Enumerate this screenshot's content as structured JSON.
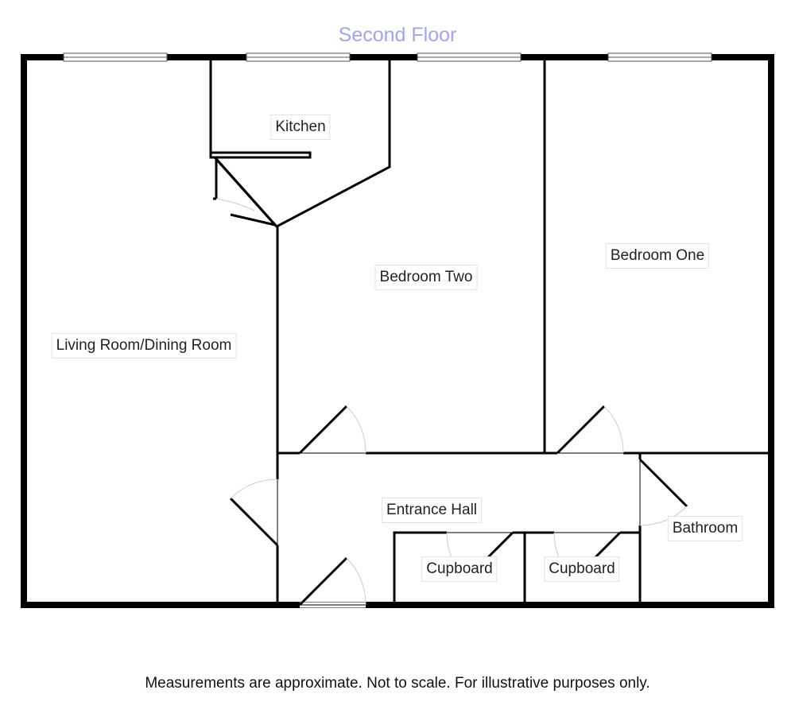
{
  "floor": {
    "title": "Second Floor",
    "colors": {
      "title": "#a3a3f2",
      "wall": "#000000",
      "label_border": "#e2e2e2",
      "door_swing": "#cccccc"
    }
  },
  "rooms": {
    "kitchen": "Kitchen",
    "bedroom_two": "Bedroom Two",
    "bedroom_one": "Bedroom One",
    "living_dining": "Living Room/Dining Room",
    "entrance_hall": "Entrance Hall",
    "bathroom": "Bathroom",
    "cupboard_left": "Cupboard",
    "cupboard_right": "Cupboard"
  },
  "footer": {
    "disclaimer": "Measurements are approximate. Not to scale. For illustrative purposes only."
  }
}
